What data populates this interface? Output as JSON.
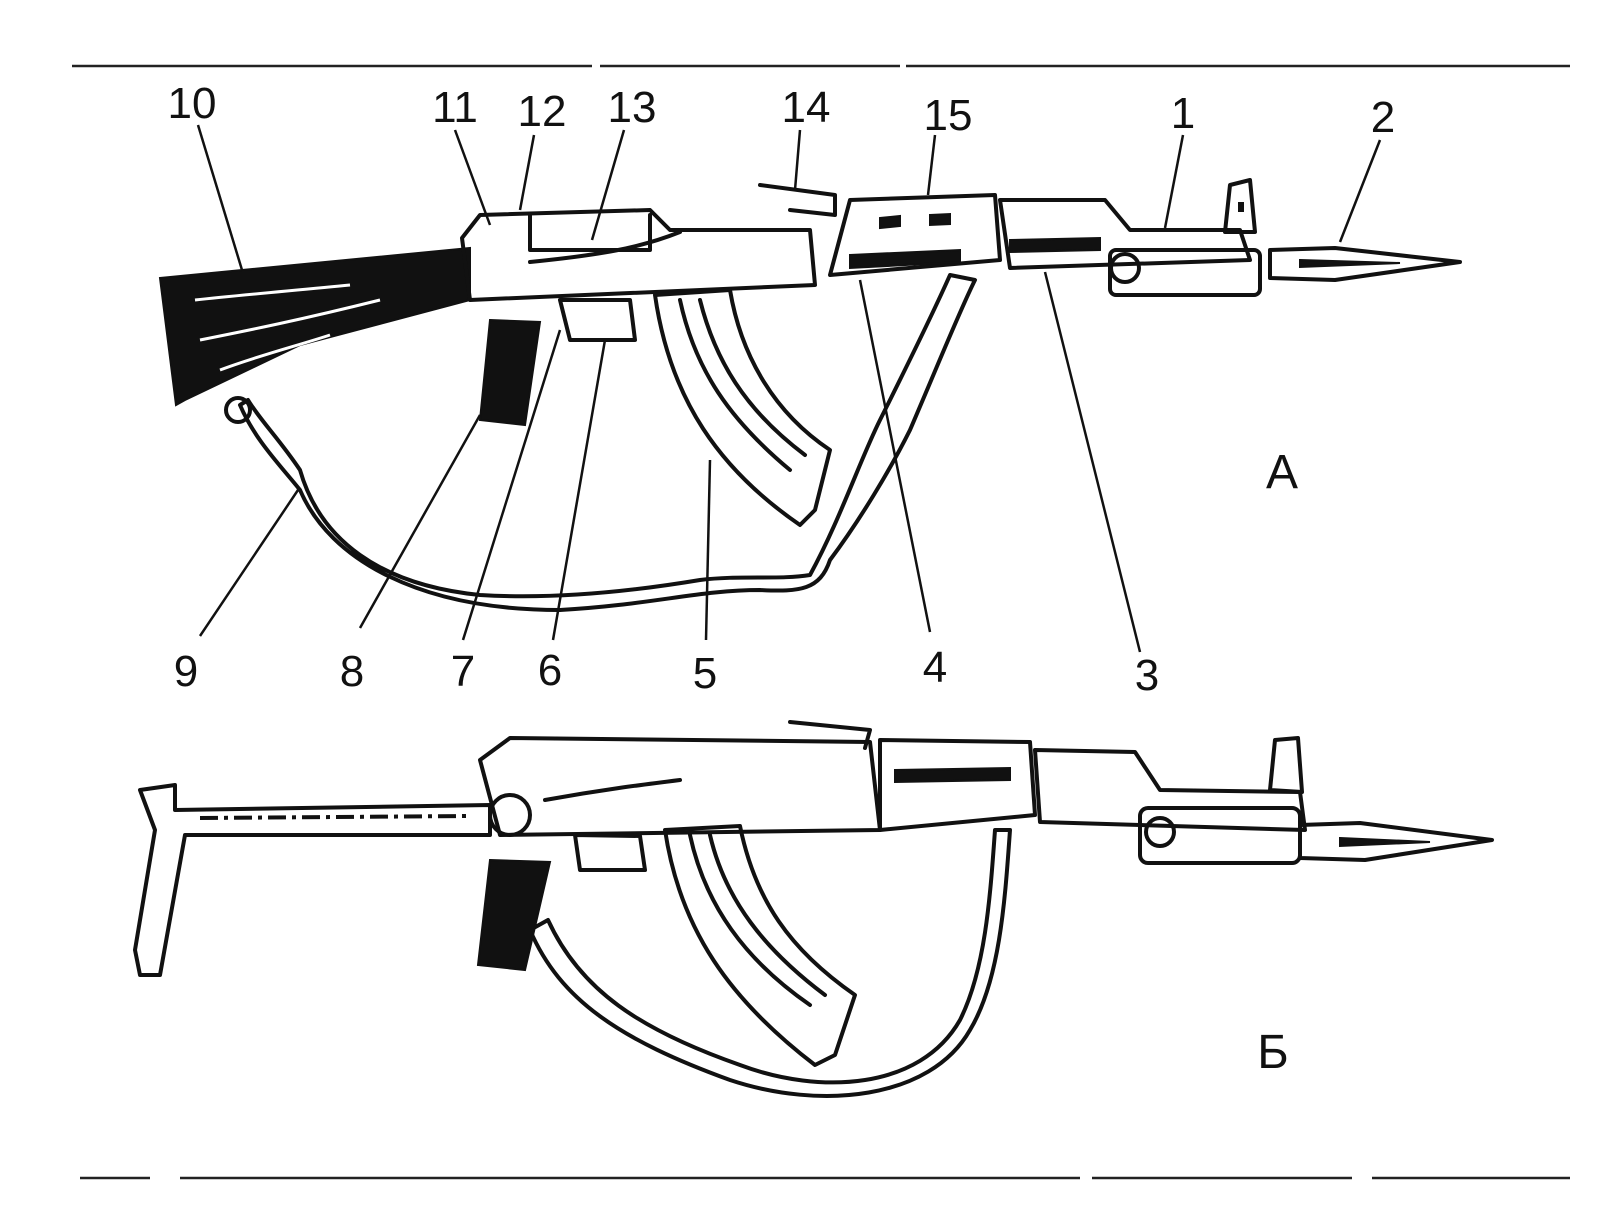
{
  "figure": {
    "callouts": [
      {
        "id": "1",
        "text": "1"
      },
      {
        "id": "2",
        "text": "2"
      },
      {
        "id": "3",
        "text": "3"
      },
      {
        "id": "4",
        "text": "4"
      },
      {
        "id": "5",
        "text": "5"
      },
      {
        "id": "6",
        "text": "6"
      },
      {
        "id": "7",
        "text": "7"
      },
      {
        "id": "8",
        "text": "8"
      },
      {
        "id": "9",
        "text": "9"
      },
      {
        "id": "10",
        "text": "10"
      },
      {
        "id": "11",
        "text": "11"
      },
      {
        "id": "12",
        "text": "12"
      },
      {
        "id": "13",
        "text": "13"
      },
      {
        "id": "14",
        "text": "14"
      },
      {
        "id": "15",
        "text": "15"
      }
    ],
    "variants": {
      "fixed_stock": "А",
      "folding_stock": "Б"
    }
  }
}
